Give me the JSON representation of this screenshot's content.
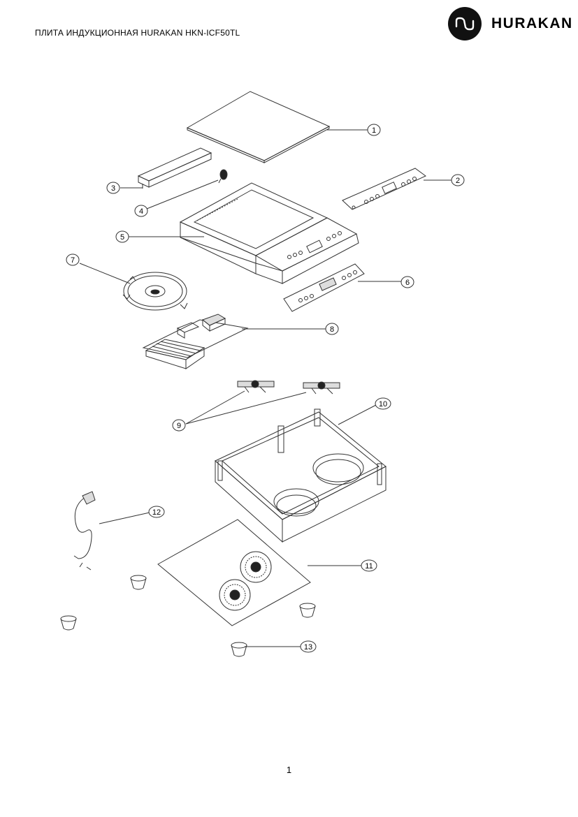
{
  "header": {
    "title": "ПЛИТА ИНДУКЦИОННАЯ HURAKAN HKN-ICF50TL",
    "brand_name": "HURAKAN",
    "logo_icon": "hurakan-wave-icon"
  },
  "diagram": {
    "callouts": [
      {
        "id": "1",
        "label": "1"
      },
      {
        "id": "2",
        "label": "2"
      },
      {
        "id": "3",
        "label": "3"
      },
      {
        "id": "4",
        "label": "4"
      },
      {
        "id": "5",
        "label": "5"
      },
      {
        "id": "6",
        "label": "6"
      },
      {
        "id": "7",
        "label": "7"
      },
      {
        "id": "8",
        "label": "8"
      },
      {
        "id": "9",
        "label": "9"
      },
      {
        "id": "10",
        "label": "10"
      },
      {
        "id": "11",
        "label": "11"
      },
      {
        "id": "12",
        "label": "12"
      },
      {
        "id": "13",
        "label": "13"
      }
    ]
  },
  "footer": {
    "page_number": "1"
  }
}
